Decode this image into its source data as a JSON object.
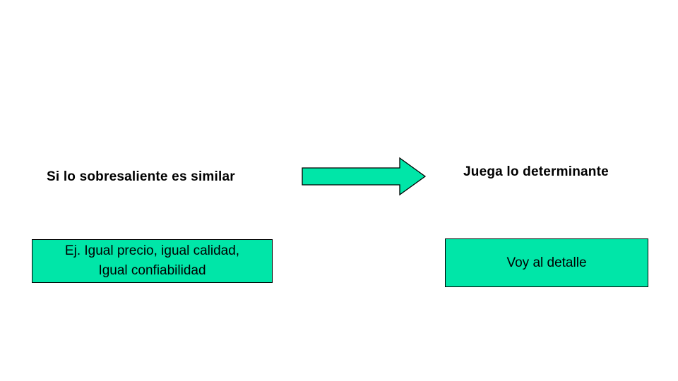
{
  "colors": {
    "box_fill": "#00e6a8",
    "arrow_fill": "#00e6a8",
    "stroke": "#000000"
  },
  "left": {
    "label": "Si lo sobresaliente es similar",
    "box_line1": "Ej. Igual precio, igual calidad,",
    "box_line2": "Igual confiabilidad"
  },
  "right": {
    "label": "Juega lo determinante",
    "box_text": "Voy al detalle"
  },
  "connector": {
    "icon": "right-arrow-icon"
  }
}
